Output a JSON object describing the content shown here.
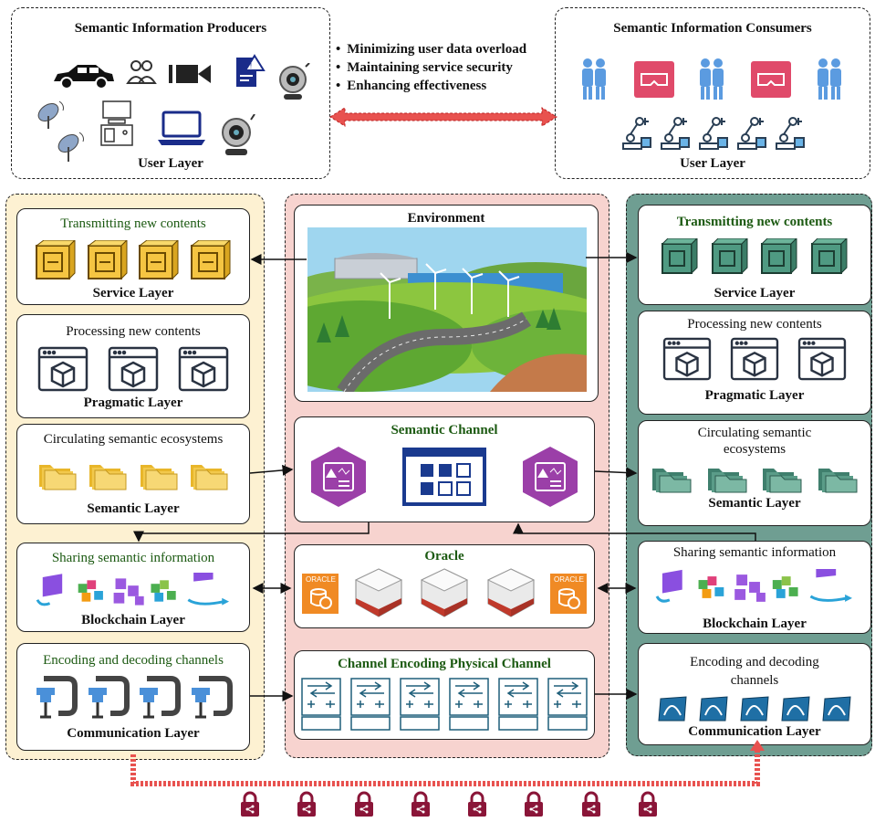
{
  "top": {
    "producers": {
      "title": "Semantic Information Producers",
      "footer": "User Layer"
    },
    "consumers": {
      "title": "Semantic Information Consumers",
      "footer": "User Layer"
    },
    "benefits": [
      "Minimizing user data overload",
      "Maintaining service security",
      "Enhancing effectiveness"
    ]
  },
  "left_column": {
    "service": {
      "title": "Transmitting new contents",
      "layer": "Service Layer"
    },
    "pragmatic": {
      "title": "Processing new contents",
      "layer": "Pragmatic Layer"
    },
    "semantic": {
      "title": "Circulating semantic ecosystems",
      "layer": "Semantic Layer"
    },
    "blockchain": {
      "title": "Sharing semantic information",
      "layer": "Blockchain Layer"
    },
    "communication": {
      "title": "Encoding and decoding channels",
      "layer": "Communication Layer"
    }
  },
  "middle_column": {
    "environment": {
      "title": "Environment"
    },
    "semantic_channel": {
      "title": "Semantic Channel"
    },
    "oracle": {
      "title": "Oracle",
      "badge": "ORACLE"
    },
    "physical": {
      "title": "Channel Encoding Physical Channel"
    }
  },
  "right_column": {
    "service": {
      "title": "Transmitting new contents",
      "layer": "Service Layer"
    },
    "pragmatic": {
      "title": "Processing new contents",
      "layer": "Pragmatic Layer"
    },
    "semantic": {
      "title": "Circulating semantic ecosystems",
      "layer": "Semantic Layer"
    },
    "blockchain": {
      "title": "Sharing semantic information",
      "layer": "Blockchain Layer"
    },
    "communication": {
      "title": "Encoding and decoding channels",
      "layer": "Communication Layer"
    }
  },
  "colors": {
    "left_panel": "#fdf1d2",
    "middle_panel": "#f7d3cf",
    "right_panel": "#6f9e92",
    "title_green": "#1c5a12",
    "arrow_red": "#e8524f",
    "lock": "#8a1538"
  },
  "icons": {
    "producers": [
      "car-icon",
      "users-icon",
      "video-camera-icon",
      "sensor-document-icon",
      "webcam-icon",
      "satellite-dish-icon",
      "desktop-computer-icon",
      "laptop-icon"
    ],
    "consumers": [
      "user-group-icon",
      "vr-headset-icon",
      "robot-arm-icon"
    ],
    "bottom": [
      "padlock-icon"
    ]
  }
}
